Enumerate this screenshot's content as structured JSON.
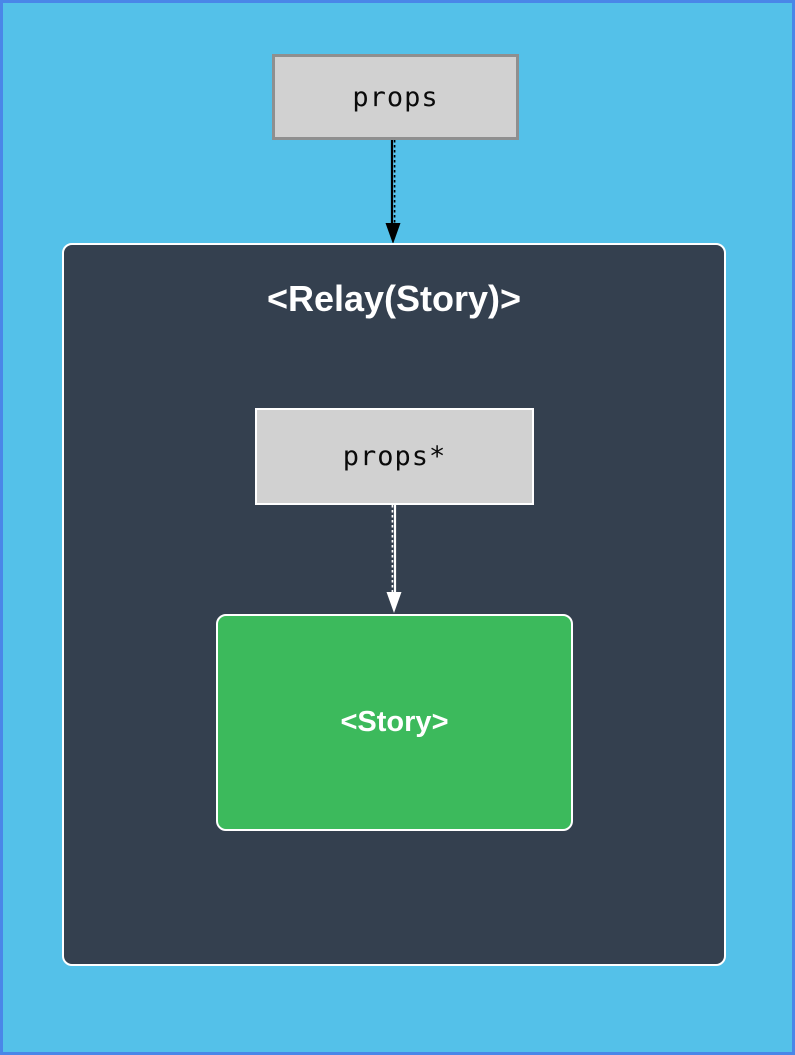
{
  "page": {
    "background_color": "#54c1e9",
    "border_color": "#4a86e8"
  },
  "diagram": {
    "box_fill_color": "#d1d1d1",
    "props_box": {
      "label": "props"
    },
    "relay_container": {
      "title": "<Relay(Story)>",
      "panel_color": "#34404f",
      "panel_border_color": "#ffffff",
      "props_star_box": {
        "label": "props*"
      },
      "story_box": {
        "label": "<Story>",
        "fill_color": "#3cba5c"
      }
    },
    "arrows": [
      {
        "name": "props-to-relay",
        "color": "#000000",
        "style": "solid-plus-dotted",
        "direction": "down"
      },
      {
        "name": "props-star-to-story",
        "color": "#ffffff",
        "style": "solid-plus-dotted",
        "direction": "down"
      }
    ]
  }
}
